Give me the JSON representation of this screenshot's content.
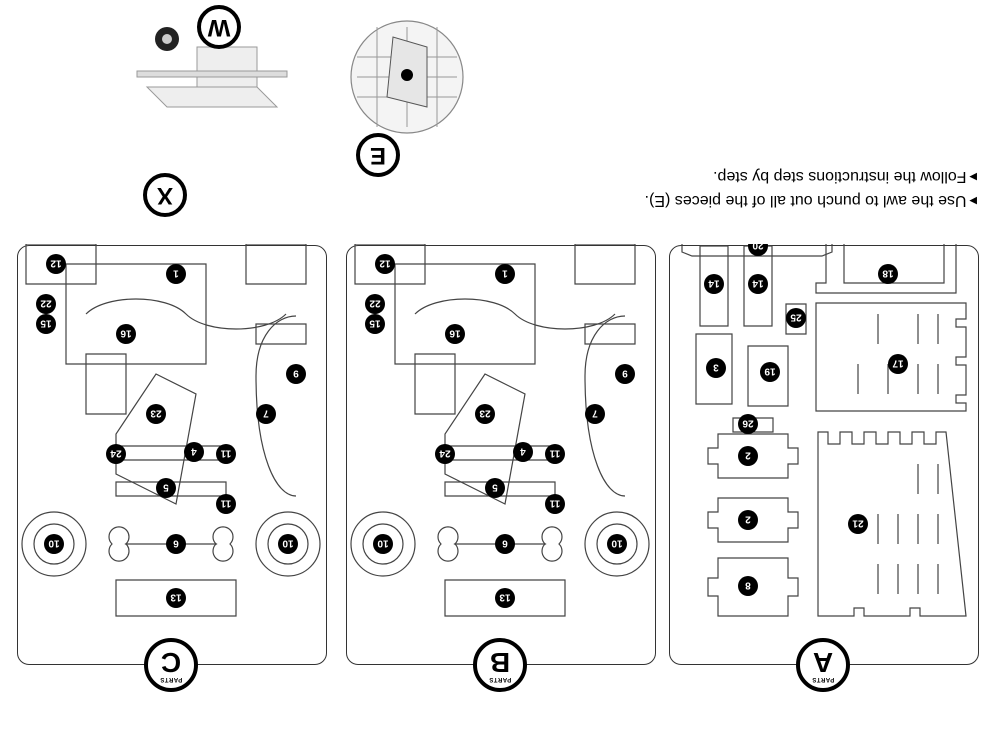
{
  "instructions": [
    "Use the awl to punch out all of the pieces (E).",
    "Follow the instructions step by step."
  ],
  "callouts": {
    "awl": "E",
    "axle": "X",
    "wheel": "W"
  },
  "sheets": [
    {
      "letter": "A",
      "parts_label": "PARTS",
      "numbers": [
        "8",
        "2",
        "2",
        "21",
        "17",
        "26",
        "19",
        "3",
        "25",
        "18",
        "14",
        "14",
        "20"
      ]
    },
    {
      "letter": "B",
      "parts_label": "PARTS",
      "numbers": [
        "10",
        "13",
        "9",
        "10",
        "4",
        "5",
        "11",
        "11",
        "24",
        "23",
        "7",
        "6",
        "16",
        "22",
        "12",
        "1",
        "15"
      ]
    },
    {
      "letter": "C",
      "parts_label": "PARTS",
      "numbers": [
        "10",
        "13",
        "9",
        "10",
        "4",
        "5",
        "11",
        "11",
        "24",
        "23",
        "7",
        "6",
        "16",
        "22",
        "12",
        "1",
        "15"
      ]
    }
  ]
}
